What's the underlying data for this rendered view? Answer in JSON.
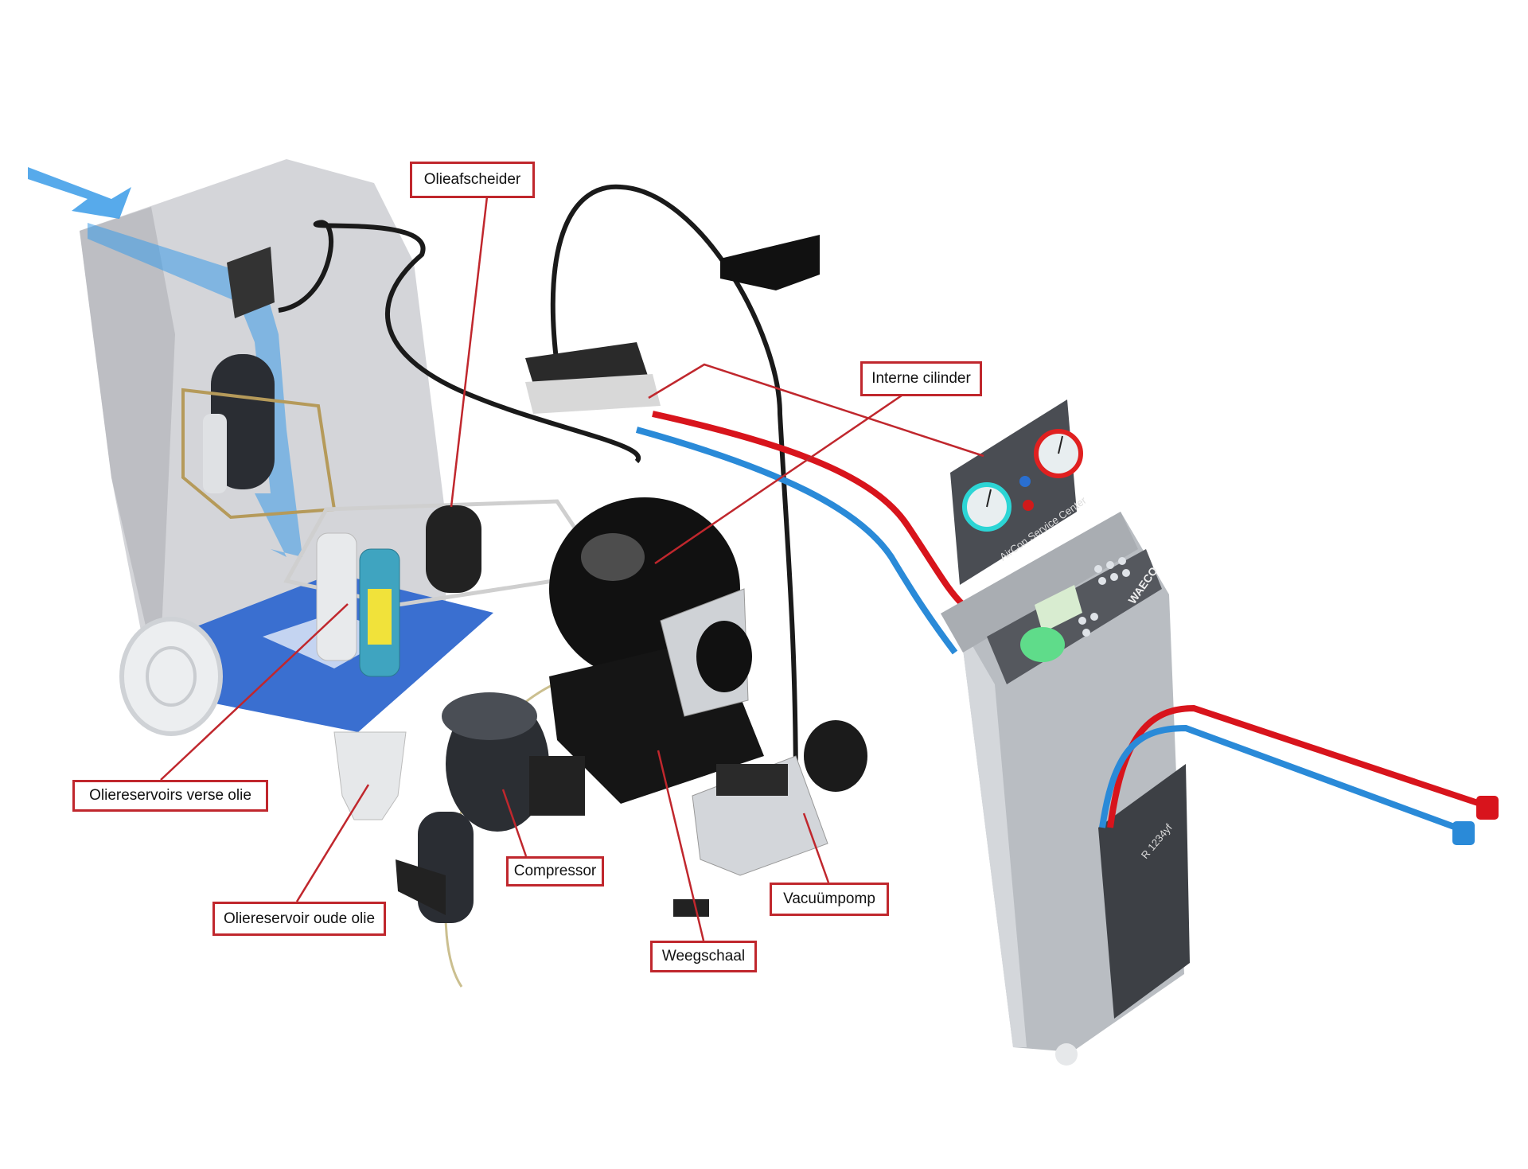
{
  "labels": {
    "oil_separator": "Olieafscheider",
    "internal_cylinder": "Interne cilinder",
    "fresh_oil_reservoirs": "Oliereservoirs verse olie",
    "old_oil_reservoir": "Oliereservoir oude olie",
    "compressor": "Compressor",
    "vacuum_pump": "Vacuümpomp",
    "scale": "Weegschaal"
  },
  "machine": {
    "panel_text": "AirCon Service Center",
    "brand": "WAECO",
    "refrigerant": "R 1234yf"
  },
  "colors": {
    "callout_border": "#c0272d",
    "high_pressure": "#d8141c",
    "low_pressure": "#2a8ad8",
    "airflow": "#3a9be8"
  }
}
